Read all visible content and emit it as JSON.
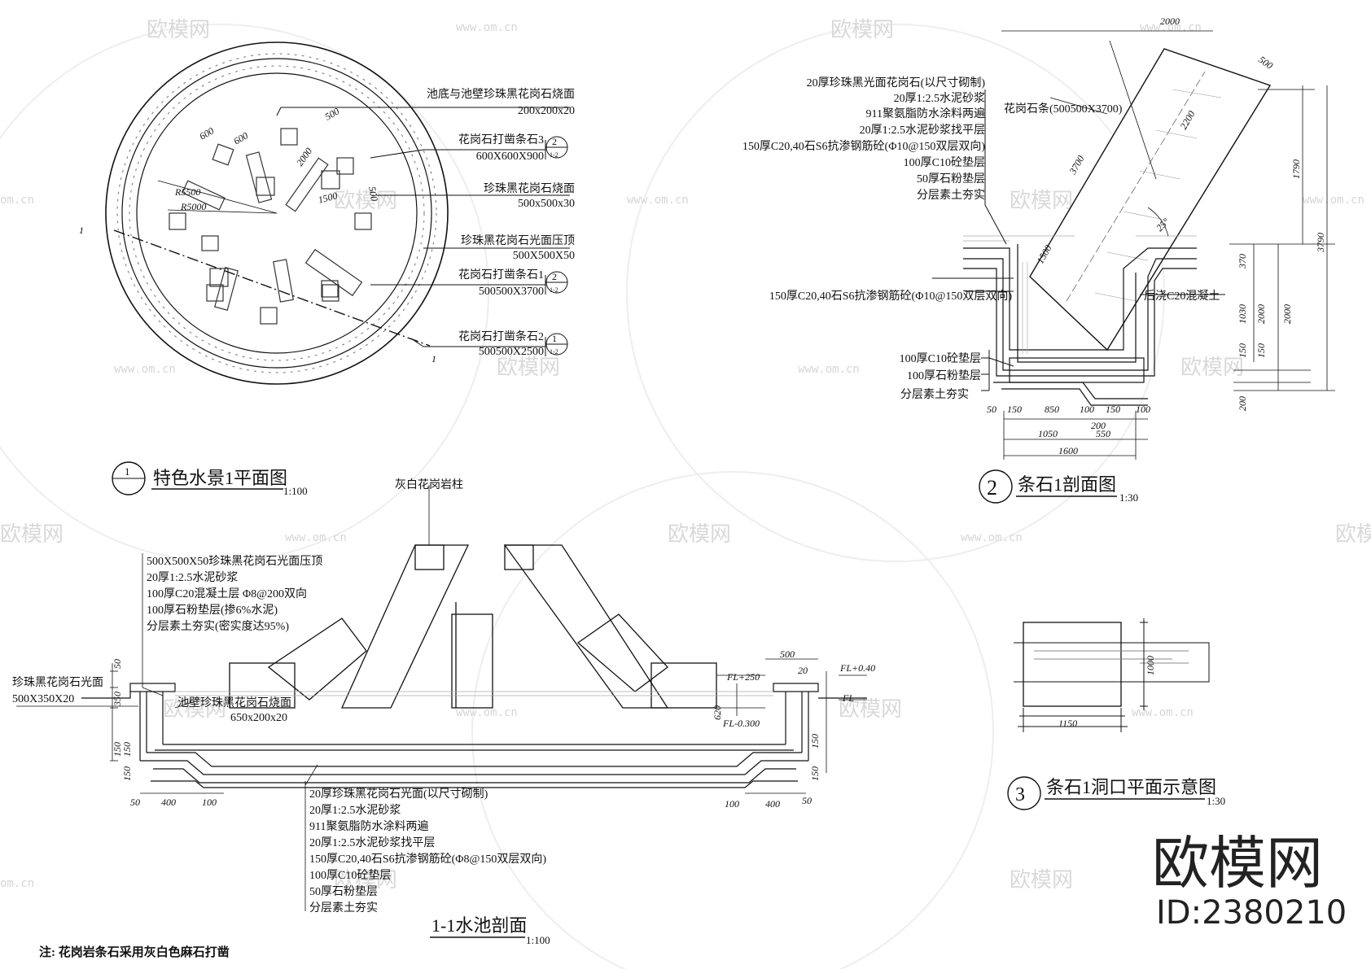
{
  "plan": {
    "title": "特色水景1平面图",
    "scale": "1:100",
    "section_mark": "1",
    "radius_outer": "R5500",
    "radius_inner": "R5000",
    "dims": [
      "600",
      "600",
      "500",
      "2000",
      "1500",
      "500"
    ],
    "callouts": [
      {
        "text": "池底与池壁珍珠黑花岗石烧面",
        "sub": "200x200x20"
      },
      {
        "text": "花岗石打凿条石3",
        "sub": "600X600X900",
        "ref": "2",
        "refsub": "1-2"
      },
      {
        "text": "珍珠黑花岗石烧面",
        "sub": "500x500x30"
      },
      {
        "text": "珍珠黑花岗石光面压顶",
        "sub": "500X500X50"
      },
      {
        "text": "花岗石打凿条石1",
        "sub": "500500X3700",
        "ref": "2",
        "refsub": "1-2"
      },
      {
        "text": "花岗石打凿条石2",
        "sub": "500500X2500",
        "ref": "1",
        "refsub": "1-2"
      }
    ]
  },
  "detail2": {
    "title": "条石1剖面图",
    "scale": "1:30",
    "mark": "2",
    "layers_top": [
      "20厚珍珠黑光面花岗石(以尺寸砌制)",
      "20厚1:2.5水泥砂浆",
      "911聚氨脂防水涂料两遍",
      "20厚1:2.5水泥砂浆找平层",
      "150厚C20,40石S6抗渗钢筋砼(Φ10@150双层双向)",
      "100厚C10砼垫层",
      "50厚石粉垫层",
      "分层素土夯实"
    ],
    "stone_label": "花岗石条(500500X3700)",
    "concrete_wall": "150厚C20,40石S6抗渗钢筋砼(Φ10@150双层双向)",
    "post_concrete": "后浇C20混凝土",
    "layers_bottom": [
      "100厚C10砼垫层",
      "100厚石粉垫层",
      "分层素土夯实"
    ],
    "angle": "25°",
    "dims_top": [
      "2000",
      "500",
      "2200",
      "3700",
      "1500"
    ],
    "dims_right": [
      "1790",
      "3790",
      "370",
      "1030",
      "2000",
      "2000",
      "150",
      "150",
      "200"
    ],
    "dims_bottom": [
      "50",
      "150",
      "850",
      "100",
      "150",
      "100",
      "200",
      "1050",
      "550",
      "1600"
    ]
  },
  "section": {
    "title": "1-1水池剖面",
    "scale": "1:100",
    "column_label": "灰白花岗岩柱",
    "layers_top": [
      "500X500X50珍珠黑花岗石光面压顶",
      "20厚1:2.5水泥砂浆",
      "100厚C20混凝土层 Φ8@200双向",
      "100厚石粉垫层(掺6%水泥)",
      "分层素土夯实(密实度达95%)"
    ],
    "left_label": "珍珠黑花岗石光面",
    "left_sub": "500X350X20",
    "wall_label": "池壁珍珠黑花岗石烧面",
    "wall_sub": "650x200x20",
    "levels": [
      "FL+250",
      "FL-0.300",
      "FL+0.40",
      "FL"
    ],
    "layers_bottom": [
      "20厚珍珠黑花岗石光面(以尺寸砌制)",
      "20厚1:2.5水泥砂浆",
      "911聚氨脂防水涂料两遍",
      "20厚1:2.5水泥砂浆找平层",
      "150厚C20,40石S6抗渗钢筋砼(Φ8@150双层双向)",
      "100厚C10砼垫层",
      "50厚石粉垫层",
      "分层素土夯实"
    ],
    "dims": [
      "50",
      "350",
      "150",
      "150",
      "150",
      "50",
      "400",
      "100",
      "500",
      "20",
      "620",
      "150",
      "150",
      "100",
      "400",
      "50"
    ]
  },
  "detail3": {
    "title": "条石1洞口平面示意图",
    "scale": "1:30",
    "mark": "3",
    "dims": [
      "1000",
      "1150"
    ]
  },
  "note": "注: 花岗岩条石采用灰白色麻石打凿",
  "watermark": {
    "brand": "欧模网",
    "id": "ID:2380210",
    "url": "www.om.cn",
    "url_short": "om.cn"
  }
}
